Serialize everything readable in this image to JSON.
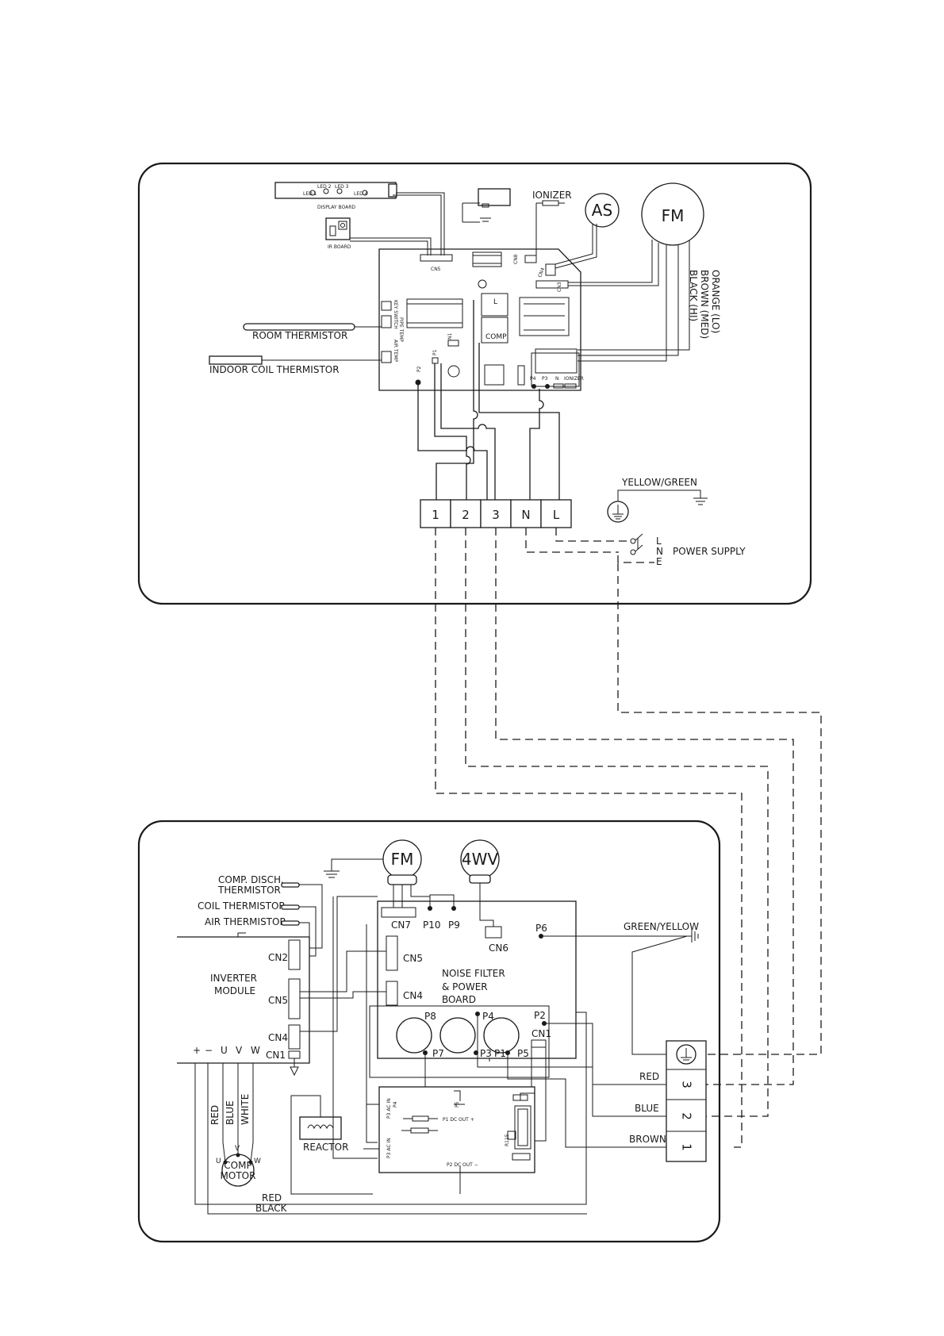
{
  "indoor": {
    "display_board": {
      "title": "DISPLAY BOARD",
      "leds": [
        "LED 1",
        "LED 2",
        "LED 3",
        "LED 4"
      ]
    },
    "ir_board": "IR BOARD",
    "ionizer": "IONIZER",
    "as_motor": "AS",
    "fm_motor": "FM",
    "connectors": {
      "cn5": "CN5",
      "cn8": "CN8",
      "cn4": "CN4",
      "cn3": "CN3",
      "n1": "N1",
      "p1": "P1",
      "p2": "P2",
      "l": "L",
      "comp": "COMP",
      "p4": "P4",
      "p3": "P3",
      "n": "N",
      "ionizer_tag": "IONIZER"
    },
    "sensor_tags": [
      "KEY SWITCH",
      "PIPE TEMP",
      "AIR TEMP"
    ],
    "room_thermistor": "ROOM THERMISTOR",
    "indoor_coil_thermistor": "INDOOR COIL THERMISTOR",
    "fan_wires": [
      "ORANGE (LO)",
      "BROWN (MED)",
      "BLACK (HI)"
    ],
    "terminals": [
      "1",
      "2",
      "3",
      "N",
      "L"
    ],
    "ground_label": "YELLOW/GREEN",
    "power_lines": [
      "L",
      "N",
      "E"
    ],
    "power_supply": "POWER SUPPLY"
  },
  "outdoor": {
    "fm_motor": "FM",
    "fwv_motor": "4WV",
    "thermistors": [
      "COMP. DISCH.",
      "THERMISTOR",
      "COIL THERMISTOR",
      "AIR THERMISTOR"
    ],
    "inverter_module": [
      "INVERTER",
      "MODULE"
    ],
    "inverter_connectors": [
      "CN2",
      "CN5",
      "CN4",
      "CN1"
    ],
    "inverter_outputs": [
      "+",
      "−",
      "U",
      "V",
      "W"
    ],
    "motor_wires": [
      "RED",
      "BLUE",
      "WHITE"
    ],
    "comp_motor": [
      "COMP",
      "MOTOR"
    ],
    "comp_terminals": [
      "U",
      "V",
      "W"
    ],
    "reactor": "REACTOR",
    "noise_filter": [
      "NOISE FILTER",
      "& POWER",
      "BOARD"
    ],
    "board_connectors": {
      "cn7": "CN7",
      "p10": "P10",
      "p9": "P9",
      "cn6": "CN6",
      "p6": "P6",
      "cn5": "CN5",
      "cn4": "CN4",
      "p8": "P8",
      "p4": "P4",
      "p2": "P2",
      "cn1": "CN1",
      "p7": "P7",
      "p3": "P3",
      "p1": "P1",
      "p5": "P5"
    },
    "rectifier_labels": {
      "p3_ac_in_top": "P3 AC IN",
      "p4": "P4",
      "p5": "P5",
      "p1_dc_out": "P1 DC OUT +",
      "r115": "R115",
      "p3_ac_in_bottom": "P3 AC IN",
      "p2_dc_out": "P2 DC OUT −"
    },
    "ground_label": "GREEN/YELLOW",
    "terminal_wires": [
      "RED",
      "BLUE",
      "BROWN"
    ],
    "terminals": [
      "3",
      "2",
      "1"
    ],
    "bottom_wires": [
      "RED",
      "BLACK"
    ]
  }
}
